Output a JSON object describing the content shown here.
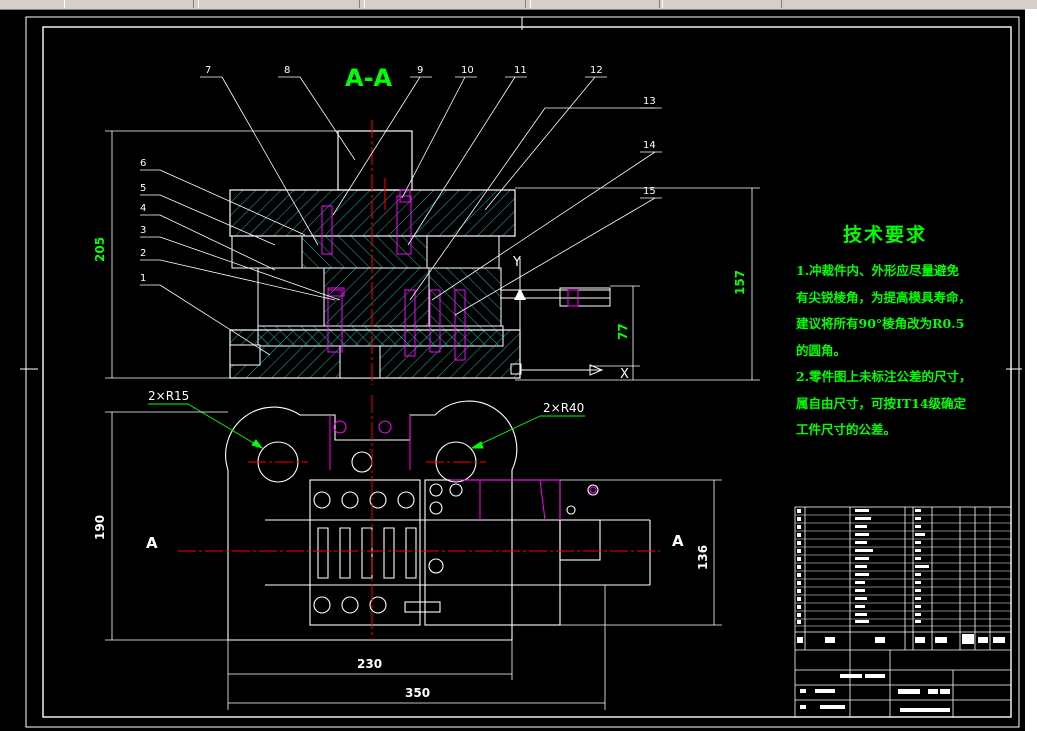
{
  "section_title": "A-A",
  "section_marker": "A",
  "part_numbers": [
    "1",
    "2",
    "3",
    "4",
    "5",
    "6",
    "7",
    "8",
    "9",
    "10",
    "11",
    "12",
    "13",
    "14",
    "15"
  ],
  "dimensions": {
    "total_height": "205",
    "upper_height": "157",
    "lower_height": "77",
    "plan_depth": "190",
    "strip_width": "136",
    "inner_width": "230",
    "outer_width": "350",
    "small_radius": "2×R15",
    "large_radius": "2×R40"
  },
  "axis_labels": {
    "y": "Y",
    "x": "X"
  },
  "tech_requirements": {
    "title": "技术要求",
    "line1": "1.冲裁件内、外形应尽量避免",
    "line2": "有尖锐棱角，为提高模具寿命，",
    "line3": "建议将所有90°棱角改为R0.5",
    "line4": "的圆角。",
    "line5": "2.零件图上未标注公差的尺寸，",
    "line6": "属自由尺寸，可按IT14级确定",
    "line7": "工件尺寸的公差。"
  },
  "colors": {
    "background": "#000000",
    "outline": "#ffffff",
    "text_green": "#00ff00",
    "centerline": "#ff0000",
    "hidden": "#ff00ff",
    "hatch": "#00ffff"
  }
}
